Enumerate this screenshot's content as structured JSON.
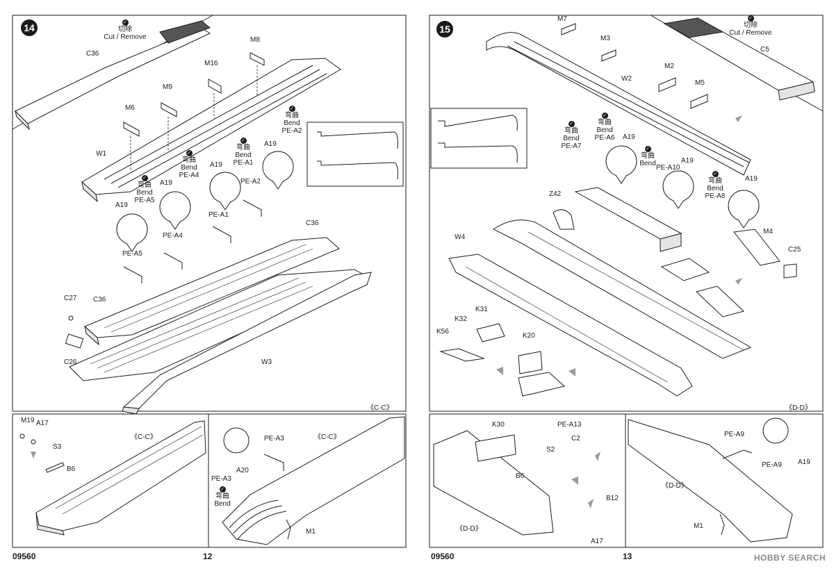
{
  "left": {
    "step": "14",
    "page_number": "12",
    "code": "09560",
    "section_label": "《C-C》",
    "labels": {
      "cut_zh": "切除",
      "cut_en": "Cut / Remove",
      "C36a": "C36",
      "M8": "M8",
      "M16": "M16",
      "M9": "M9",
      "M6": "M6",
      "W1": "W1",
      "bend_zh": "弯曲",
      "bend_en": "Bend",
      "PE_A2_top": "PE-A2",
      "A19_a": "A19",
      "PE_A1_top": "PE-A1",
      "A19_b": "A19",
      "PE_A4_top": "PE-A4",
      "A19_c": "A19",
      "PE_A5_top": "PE-A5",
      "A19_d": "A19",
      "PE_A2": "PE-A2",
      "PE_A1": "PE-A1",
      "PE_A4": "PE-A4",
      "PE_A5": "PE-A5",
      "C36b": "C36",
      "C27": "C27",
      "C36c": "C36",
      "C26": "C26",
      "W3": "W3"
    },
    "sub_left": {
      "M19": "M19",
      "A17": "A17",
      "S3": "S3",
      "B6": "B6",
      "section": "《C-C》"
    },
    "sub_right": {
      "PE_A3a": "PE-A3",
      "PE_A3b": "PE-A3",
      "A20": "A20",
      "M1": "M1",
      "section": "《C-C》"
    }
  },
  "right": {
    "step": "15",
    "page_number": "13",
    "code": "09560",
    "section_label": "《D-D》",
    "labels": {
      "M7": "M7",
      "M3": "M3",
      "W2": "W2",
      "M2": "M2",
      "M5": "M5",
      "cut_zh": "切除",
      "cut_en": "Cut / Remove",
      "C5": "C5",
      "bend_zh": "弯曲",
      "bend_en": "Bend",
      "PE_A7": "PE-A7",
      "PE_A6": "PE-A6",
      "A19_a": "A19",
      "PE_A10": "PE-A10",
      "A19_b": "A19",
      "PE_A8": "PE-A8",
      "A19_c": "A19",
      "Z42": "Z42",
      "W4": "W4",
      "M4": "M4",
      "C25": "C25",
      "K31": "K31",
      "K32": "K32",
      "K56": "K56",
      "K20": "K20"
    },
    "sub_left": {
      "K30": "K30",
      "PE_A13": "PE-A13",
      "C2": "C2",
      "S2": "S2",
      "B6": "B6",
      "B12": "B12",
      "A17": "A17",
      "section": "《D-D》"
    },
    "sub_right": {
      "PE_A9a": "PE-A9",
      "PE_A9b": "PE-A9",
      "A19": "A19",
      "M1": "M1",
      "section": "《D-D》"
    }
  },
  "watermark": "HOBBY SEARCH",
  "colors": {
    "ink": "#1a1a1a",
    "arrow": "#9a9a9a",
    "dark_part": "#555555"
  }
}
